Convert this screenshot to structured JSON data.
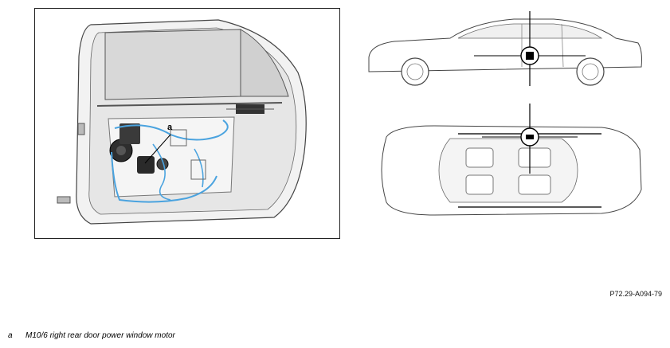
{
  "figure": {
    "door_callout": "a",
    "reference_code": "P72.29-A094-79",
    "legend": [
      {
        "key": "a",
        "text": "M10/6 right rear door power window motor"
      }
    ]
  },
  "colors": {
    "wiring": "#4aa3df",
    "outline": "#222222",
    "panel_fill": "#eeeeee"
  },
  "icons": [
    "door-panel-illustration",
    "car-side-view-illustration",
    "car-top-view-illustration",
    "locator-marker-icon"
  ]
}
